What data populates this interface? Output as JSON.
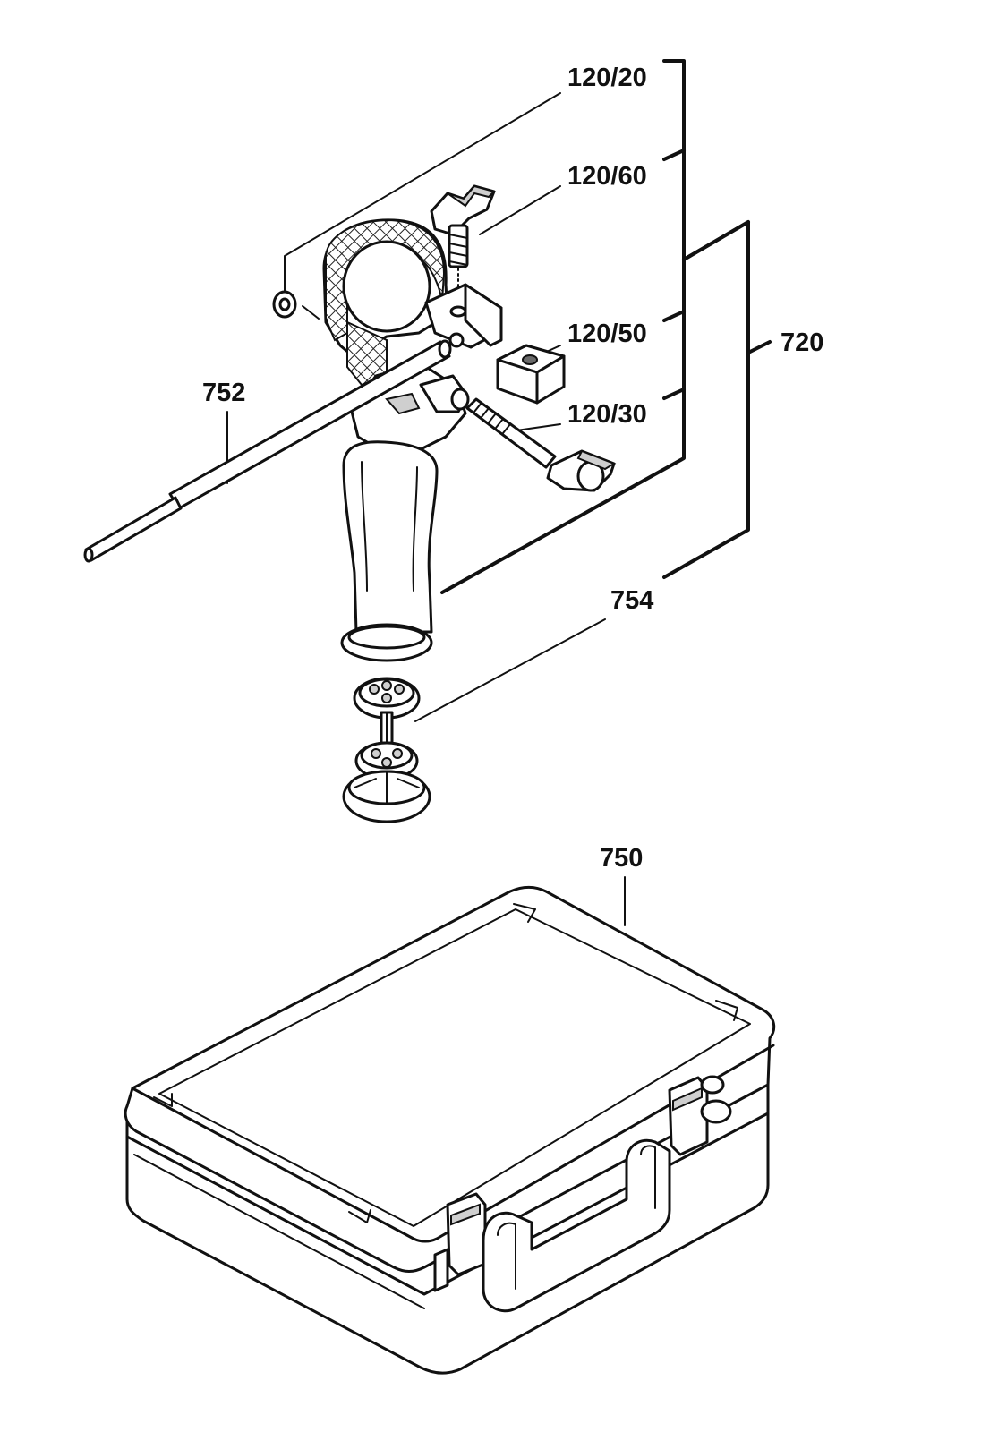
{
  "labels": {
    "p120_20": "120/20",
    "p120_60": "120/60",
    "p120_50": "120/50",
    "p120_30": "120/30",
    "p720": "720",
    "p752": "752",
    "p754": "754",
    "p750": "750"
  },
  "colors": {
    "ink": "#111111",
    "background": "#ffffff",
    "shade": "#cfcfcf"
  }
}
